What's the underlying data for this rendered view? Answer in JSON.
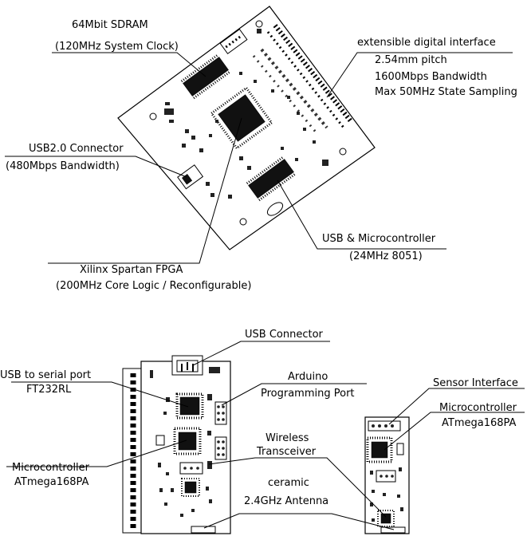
{
  "top_board": {
    "sdram": {
      "title": "64Mbit SDRAM",
      "detail": "(120MHz System Clock)"
    },
    "interface": {
      "title": "extensible digital interface",
      "lines": [
        "2.54mm pitch",
        "1600Mbps Bandwidth",
        "Max 50MHz State Sampling"
      ]
    },
    "usb_connector": {
      "title": "USB2.0 Connector",
      "detail": "(480Mbps Bandwidth)"
    },
    "usb_micro": {
      "title": "USB & Microcontroller",
      "detail": "(24MHz 8051)"
    },
    "fpga": {
      "title": "Xilinx Spartan FPGA",
      "detail": "(200MHz Core Logic / Reconfigurable)"
    }
  },
  "bottom_boards": {
    "usb_connector": "USB Connector",
    "usb_serial": {
      "title": "USB to serial port",
      "detail": "FT232RL"
    },
    "arduino": {
      "title": "Arduino",
      "detail": "Programming Port"
    },
    "micro_left": {
      "title": "Microcontroller",
      "detail": "ATmega168PA"
    },
    "wireless": {
      "title": "Wireless",
      "detail": "Transceiver"
    },
    "antenna": {
      "title": "ceramic",
      "detail": "2.4GHz Antenna"
    },
    "sensor": "Sensor Interface",
    "micro_right": {
      "title": "Microcontroller",
      "detail": "ATmega168PA"
    }
  }
}
